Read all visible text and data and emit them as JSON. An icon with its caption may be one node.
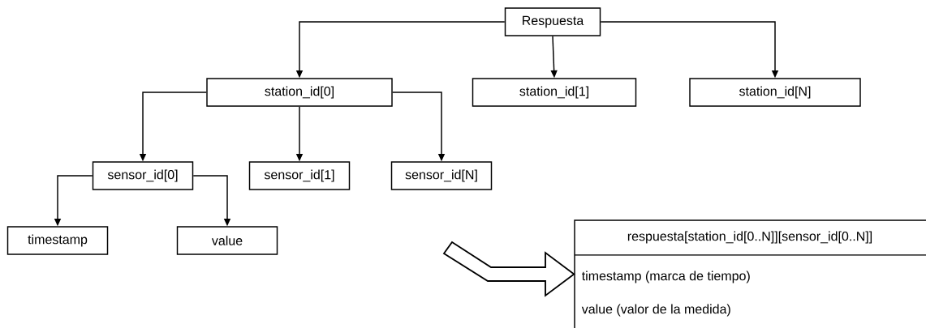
{
  "diagram": {
    "nodes": [
      {
        "text": [
          "Respuesta"
        ]
      },
      {
        "text": [
          "station_id[0]"
        ]
      },
      {
        "text": [
          "station_id[1]"
        ]
      },
      {
        "text": [
          "station_id[N]"
        ]
      },
      {
        "text": [
          "sensor_id[0]"
        ]
      },
      {
        "text": [
          "sensor_id[1]"
        ]
      },
      {
        "text": [
          "sensor_id[N]"
        ]
      },
      {
        "text": [
          "timestamp"
        ]
      },
      {
        "text": [
          "value"
        ]
      },
      {
        "text": [
          "respuesta[station_id[0..N]][sensor_id[0..N]]",
          "timestamp (marca de tiempo)",
          "value (valor de la medida)"
        ]
      }
    ],
    "edges": [
      {
        "from": 0,
        "to": 1,
        "arrow": "to"
      },
      {
        "from": 0,
        "to": 2,
        "arrow": "to"
      },
      {
        "from": 0,
        "to": 3,
        "arrow": "to"
      },
      {
        "from": 1,
        "to": 4,
        "arrow": "to"
      },
      {
        "from": 1,
        "to": 5,
        "arrow": "to"
      },
      {
        "from": 1,
        "to": 6,
        "arrow": "to"
      },
      {
        "from": 4,
        "to": 7,
        "arrow": "to"
      },
      {
        "from": 4,
        "to": 8,
        "arrow": "to"
      },
      {
        "from": null,
        "to": 9,
        "arrow": "to",
        "style": "thick"
      }
    ]
  }
}
